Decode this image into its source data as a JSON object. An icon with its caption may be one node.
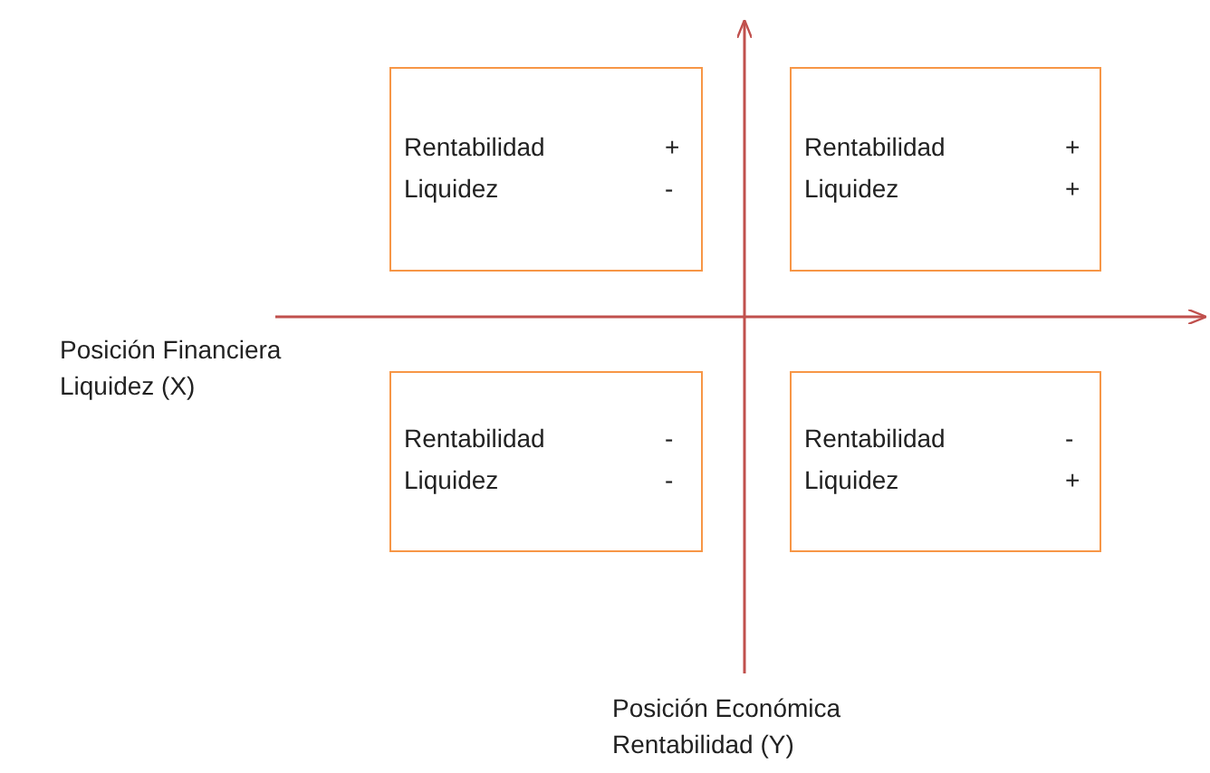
{
  "diagram": {
    "nodes": [
      {
        "text": [
          "Rentabilidad",
          "+",
          "Liquidez",
          "-"
        ]
      },
      {
        "text": [
          "Rentabilidad",
          "+",
          "Liquidez",
          "+"
        ]
      },
      {
        "text": [
          "Rentabilidad",
          "-",
          "Liquidez",
          "-"
        ]
      },
      {
        "text": [
          "Rentabilidad",
          "-",
          "Liquidez",
          "+"
        ]
      }
    ],
    "edges": [],
    "labels": [
      "Posición Financiera Liquidez (X)",
      "Posición Económica Rentabilidad (Y)"
    ]
  }
}
